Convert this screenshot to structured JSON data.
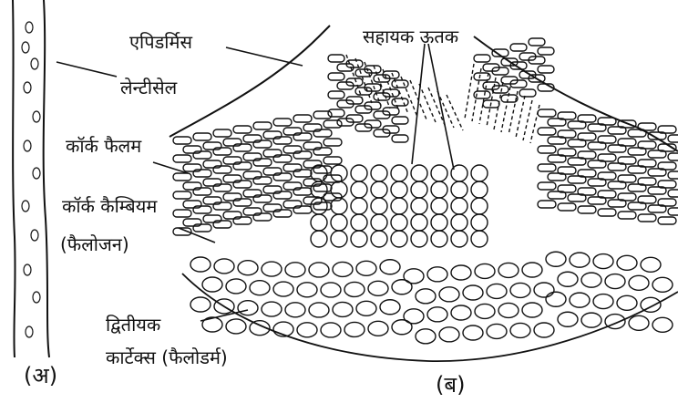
{
  "labels": {
    "epidermis": "एपिडर्मिस",
    "complementary_tissue": "सहायक ऊतक",
    "lenticel": "लेन्टीसेल",
    "cork_phellem": "कॉर्क फैलम",
    "cork_cambium": "कॉर्क कैम्बियम",
    "phellogen": "(फैलोजन)",
    "secondary_cortex_line1": "द्वितीयक",
    "secondary_cortex_line2": "कार्टेक्स (फैलोडर्म)",
    "panel_a": "(अ)",
    "panel_b": "(ब)"
  },
  "colors": {
    "ink": "#111111",
    "paper": "#ffffff"
  }
}
